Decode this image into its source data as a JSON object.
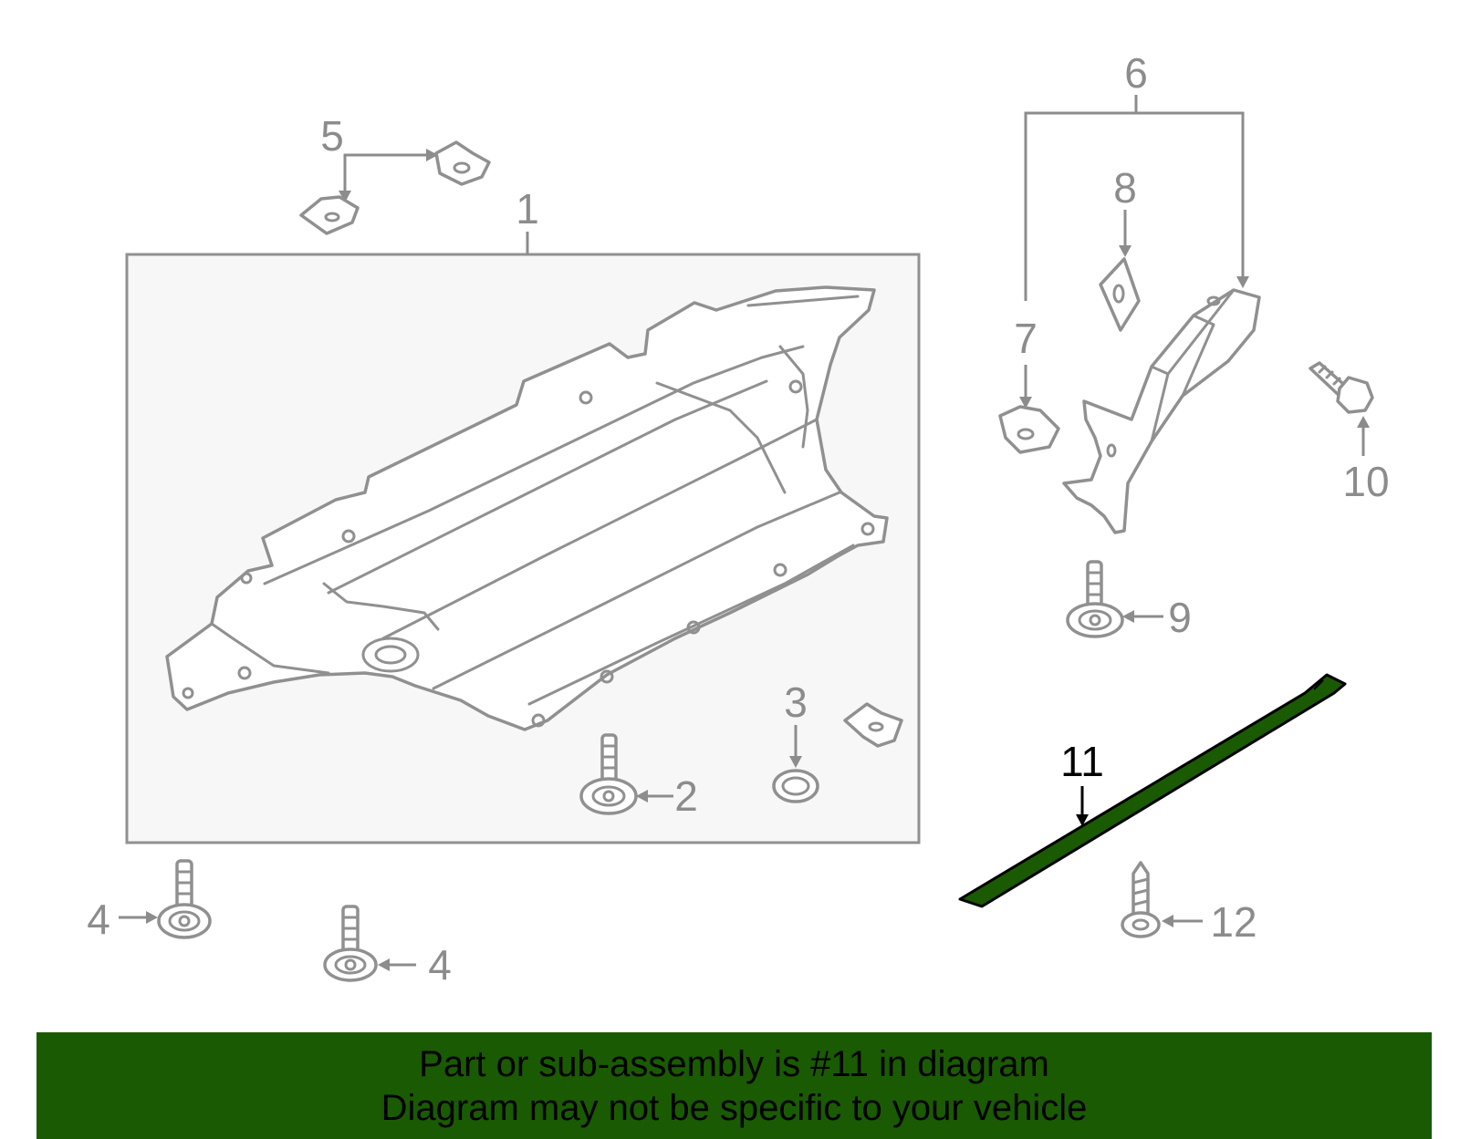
{
  "callouts": {
    "c1": "1",
    "c2": "2",
    "c3": "3",
    "c4a": "4",
    "c4b": "4",
    "c5": "5",
    "c6": "6",
    "c7": "7",
    "c8": "8",
    "c9": "9",
    "c10": "10",
    "c11": "11",
    "c12": "12"
  },
  "colors": {
    "highlight_part": "#1a5a03",
    "banner_background": "#1a5a03",
    "linework": "#909090"
  },
  "footer": {
    "line1": "Part or sub-assembly is #11 in diagram",
    "line2": "Diagram may not be specific to your vehicle"
  }
}
